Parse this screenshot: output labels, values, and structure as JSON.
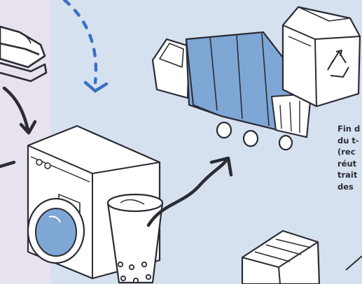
{
  "colors": {
    "background": "#d6e1f0",
    "left_panel": "#e7e2ee",
    "ink": "#2b2b33",
    "dashed_arrow": "#3a72c4",
    "accent_blue": "#7ea7d6",
    "white": "#ffffff"
  },
  "icons": [
    "stacked-clothes-icon",
    "washing-machine-icon",
    "waste-bin-icon",
    "garbage-truck-icon",
    "recycling-container-icon",
    "recycling-symbol-icon",
    "crate-icon"
  ],
  "caption": {
    "lines": [
      "Fin d",
      "du t-",
      "(rec",
      "réut",
      "trait",
      "des"
    ]
  }
}
